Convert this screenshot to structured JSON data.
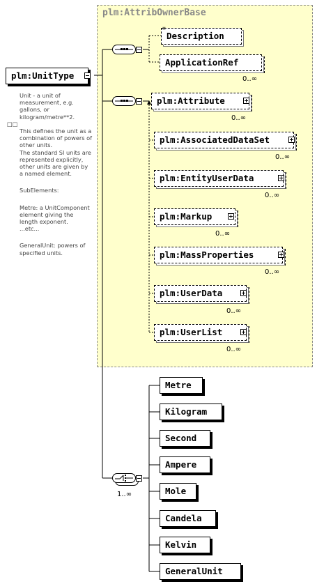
{
  "root": {
    "label": "plm:UnitType"
  },
  "documentation": [
    "Unit - a unit of measurement, e.g. gallons, or kilogram/metre**2.",
    "□□",
    "This defines the unit as a combination of powers of other units.",
    "The standard SI units are represented explicitly, other units are given by a named element.",
    "SubElements:",
    "Metre:        a UnitComponent element giving the length exponent.",
    "...etc...",
    "GeneralUnit:   powers of specified units."
  ],
  "base_group": {
    "title": "plm:AttribOwnerBase",
    "sequence1": [
      {
        "label": "Description",
        "occurrence": ""
      },
      {
        "label": "ApplicationRef",
        "occurrence": "0..∞"
      }
    ],
    "sequence2": [
      {
        "label": "plm:Attribute",
        "occurrence": "0..∞"
      },
      {
        "label": "plm:AssociatedDataSet",
        "occurrence": "0..∞"
      },
      {
        "label": "plm:EntityUserData",
        "occurrence": "0..∞"
      },
      {
        "label": "plm:Markup",
        "occurrence": "0..∞"
      },
      {
        "label": "plm:MassProperties",
        "occurrence": "0..∞"
      },
      {
        "label": "plm:UserData",
        "occurrence": "0..∞"
      },
      {
        "label": "plm:UserList",
        "occurrence": "0..∞"
      }
    ]
  },
  "choice_group": {
    "occurrence": "1..∞",
    "elements": [
      {
        "label": "Metre"
      },
      {
        "label": "Kilogram"
      },
      {
        "label": "Second"
      },
      {
        "label": "Ampere"
      },
      {
        "label": "Mole"
      },
      {
        "label": "Candela"
      },
      {
        "label": "Kelvin"
      },
      {
        "label": "GeneralUnit"
      }
    ]
  }
}
